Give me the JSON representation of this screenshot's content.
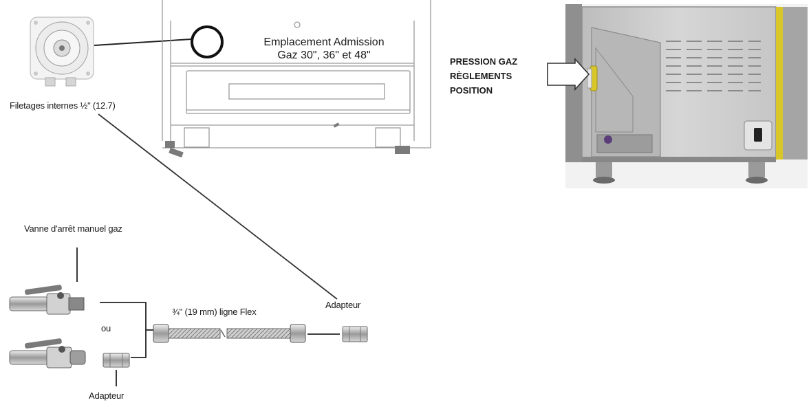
{
  "labels": {
    "inlet_title_line1": "Emplacement Admission",
    "inlet_title_line2": "Gaz 30\", 36\" et 48\"",
    "internal_threads": "Filetages internes ½\" (12.7)",
    "shutoff_valve": "Vanne d'arrêt manuel gaz",
    "or": "ou",
    "adapter_bottom": "Adapteur",
    "flex_line": "¾\" (19 mm) ligne Flex",
    "adapter_right": "Adapteur",
    "pressure_line1": "PRESSION GAZ",
    "pressure_line2": "RÈGLEMENTS",
    "pressure_line3": "POSITION"
  },
  "colors": {
    "line": "#222222",
    "metal_light": "#d9d9d9",
    "metal_mid": "#a8a8a8",
    "metal_dark": "#6e6e6e",
    "accent_yellow": "#d9c72a",
    "purple_knob": "#5b3d7a"
  }
}
